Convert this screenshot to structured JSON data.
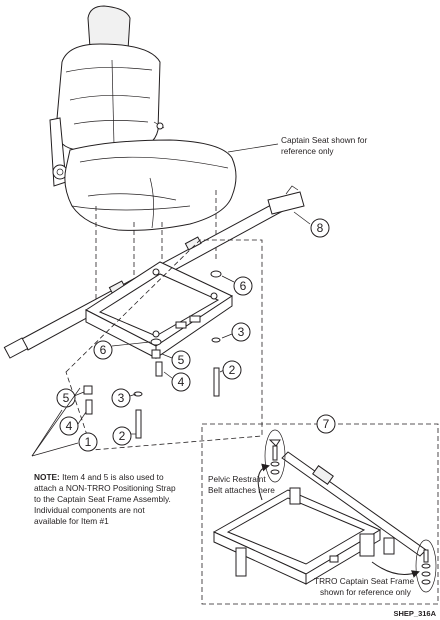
{
  "seat_label": [
    "Captain Seat shown for",
    "reference only"
  ],
  "callouts": {
    "c8": "8",
    "c6a": "6",
    "c6b": "6",
    "c5a": "5",
    "c5b": "5",
    "c4a": "4",
    "c4b": "4",
    "c3a": "3",
    "c3b": "3",
    "c2a": "2",
    "c2b": "2",
    "c1": "1",
    "c7": "7"
  },
  "note": {
    "title": "NOTE:",
    "line1": " Item 4 and 5 is also used to",
    "line2": "attach a NON-TRRO Positioning Strap",
    "line3": "to the Captain Seat Frame Assembly.",
    "line4": "Individual components are not",
    "line5": "available for Item #1"
  },
  "inset": {
    "pelvic_label": [
      "Pelvic Restraint",
      "Belt attaches here"
    ],
    "frame_label": [
      "TRRO Captain Seat Frame",
      "shown for reference only"
    ]
  },
  "figure_id": "SHEP_316A"
}
